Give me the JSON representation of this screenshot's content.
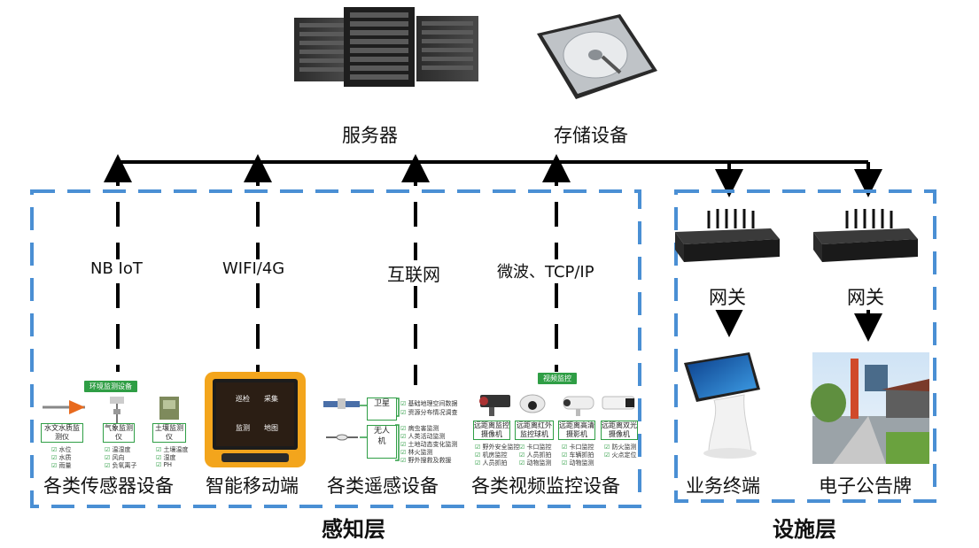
{
  "top": {
    "server_label": "服务器",
    "storage_label": "存储设备"
  },
  "links": {
    "nbiot": "NB IoT",
    "wifi": "WIFI/4G",
    "internet": "互联网",
    "microwave": "微波、TCP/IP"
  },
  "perception": {
    "layer_label": "感知层",
    "sensors": {
      "label": "各类传感器设备",
      "tag": "环境监测设备",
      "devices": [
        {
          "name": "水文水质监测仪",
          "items": [
            "水位",
            "水质",
            "雨量"
          ]
        },
        {
          "name": "气象监测仪",
          "items": [
            "温湿度",
            "风向",
            "负氧离子"
          ]
        },
        {
          "name": "土壤监测仪",
          "items": [
            "土壤温度",
            "湿度",
            "PH"
          ]
        }
      ]
    },
    "mobile": {
      "label": "智能移动端",
      "screen_items": [
        "巡检",
        "采集",
        "监测",
        "地图"
      ]
    },
    "remote": {
      "label": "各类遥感设备",
      "satellite": "卫星",
      "satellite_items": [
        "基础地理空间数据",
        "资源分布情况调查"
      ],
      "drone": "无人机",
      "drone_items": [
        "病虫害监测",
        "人类活动监测",
        "土地动态变化监测",
        "林火监测",
        "野外搜救及救援"
      ]
    },
    "video": {
      "label": "各类视频监控设备",
      "tag": "视频监控",
      "cameras": [
        {
          "name": "远距离监控摄像机",
          "items": [
            "野外安全监控",
            "机房监控",
            "人员抓拍"
          ]
        },
        {
          "name": "远距离红外监控球机",
          "items": [
            "卡口监控",
            "人员抓拍",
            "动物监测"
          ]
        },
        {
          "name": "远距离高清摄影机",
          "items": [
            "卡口监控",
            "车辆抓拍",
            "动物监测"
          ]
        },
        {
          "name": "远距离双光摄像机",
          "items": [
            "防火监测",
            "火点定位"
          ]
        }
      ]
    }
  },
  "facility": {
    "layer_label": "设施层",
    "gateway_1": "网关",
    "gateway_2": "网关",
    "terminal_label": "业务终端",
    "billboard_label": "电子公告牌"
  },
  "colors": {
    "dash_border": "#4a8fd4",
    "arrow": "#000000",
    "tag_green": "#2f9e45",
    "phone_orange": "#f3a51c"
  }
}
